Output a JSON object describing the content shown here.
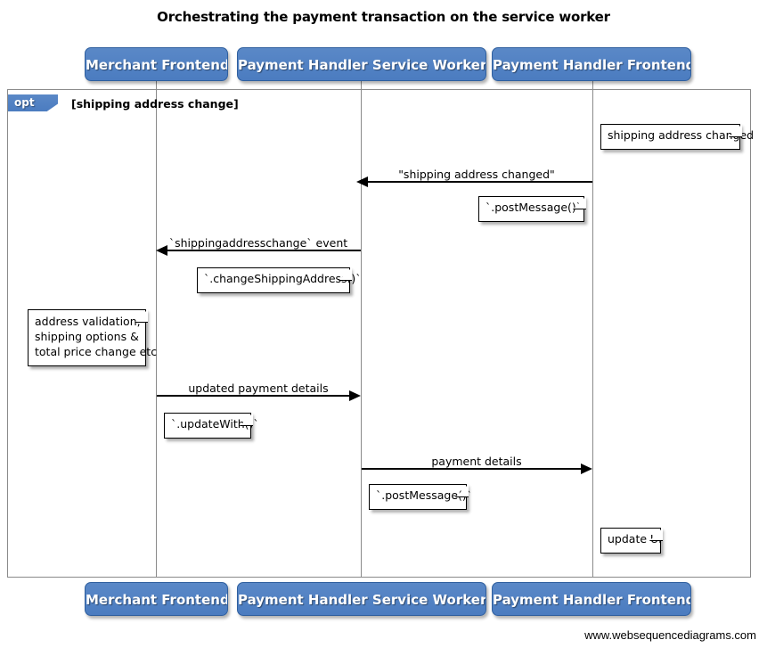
{
  "diagram": {
    "type": "uml-sequence-diagram",
    "title": "Orchestrating the payment transaction on the service worker",
    "credit": "www.websequencediagrams.com",
    "participants": [
      {
        "id": "merchant-frontend",
        "label": "Merchant Frontend"
      },
      {
        "id": "payment-handler-service-worker",
        "label": "Payment Handler Service Worker"
      },
      {
        "id": "payment-handler-frontend",
        "label": "Payment Handler Frontend"
      }
    ],
    "fragment": {
      "kind": "opt",
      "label": "opt",
      "guard": "[shipping address change]"
    },
    "messages": [
      {
        "id": "msg-shipping-address-changed",
        "label": "\"shipping address changed\"",
        "from": "payment-handler-frontend",
        "to": "payment-handler-service-worker",
        "direction": "left"
      },
      {
        "id": "msg-shippingaddresschange-event",
        "label": "`shippingaddresschange` event",
        "from": "payment-handler-service-worker",
        "to": "merchant-frontend",
        "direction": "left"
      },
      {
        "id": "msg-updated-payment-details",
        "label": "updated payment details",
        "from": "merchant-frontend",
        "to": "payment-handler-service-worker",
        "direction": "right"
      },
      {
        "id": "msg-payment-details",
        "label": "payment details",
        "from": "payment-handler-service-worker",
        "to": "payment-handler-frontend",
        "direction": "right"
      }
    ],
    "notes": [
      {
        "id": "note-shipping-address-changed",
        "text": "shipping address changed",
        "attached_to": "payment-handler-frontend"
      },
      {
        "id": "note-post-message-1",
        "text": "`.postMessage()`",
        "attached_to": "payment-handler-frontend"
      },
      {
        "id": "note-change-shipping-address",
        "text": "`.changeShippingAddress()`",
        "attached_to": "payment-handler-service-worker"
      },
      {
        "id": "note-address-validation",
        "text": "address validation,\nshipping options &\ntotal price change etc",
        "attached_to": "merchant-frontend"
      },
      {
        "id": "note-update-with",
        "text": "`.updateWith()`",
        "attached_to": "merchant-frontend"
      },
      {
        "id": "note-post-message-2",
        "text": "`.postMessage()`",
        "attached_to": "payment-handler-service-worker"
      },
      {
        "id": "note-update-ui",
        "text": "update UI",
        "attached_to": "payment-handler-frontend"
      }
    ],
    "colors": {
      "participant_fill": "#5183c4",
      "participant_border": "#2f5f9e",
      "participant_text": "#ffffff",
      "frame_border": "#8a8a8a",
      "lifeline": "#8a8a8a",
      "arrow": "#000000",
      "note_fill": "#ffffff",
      "note_border": "#000000",
      "background": "#ffffff"
    }
  }
}
